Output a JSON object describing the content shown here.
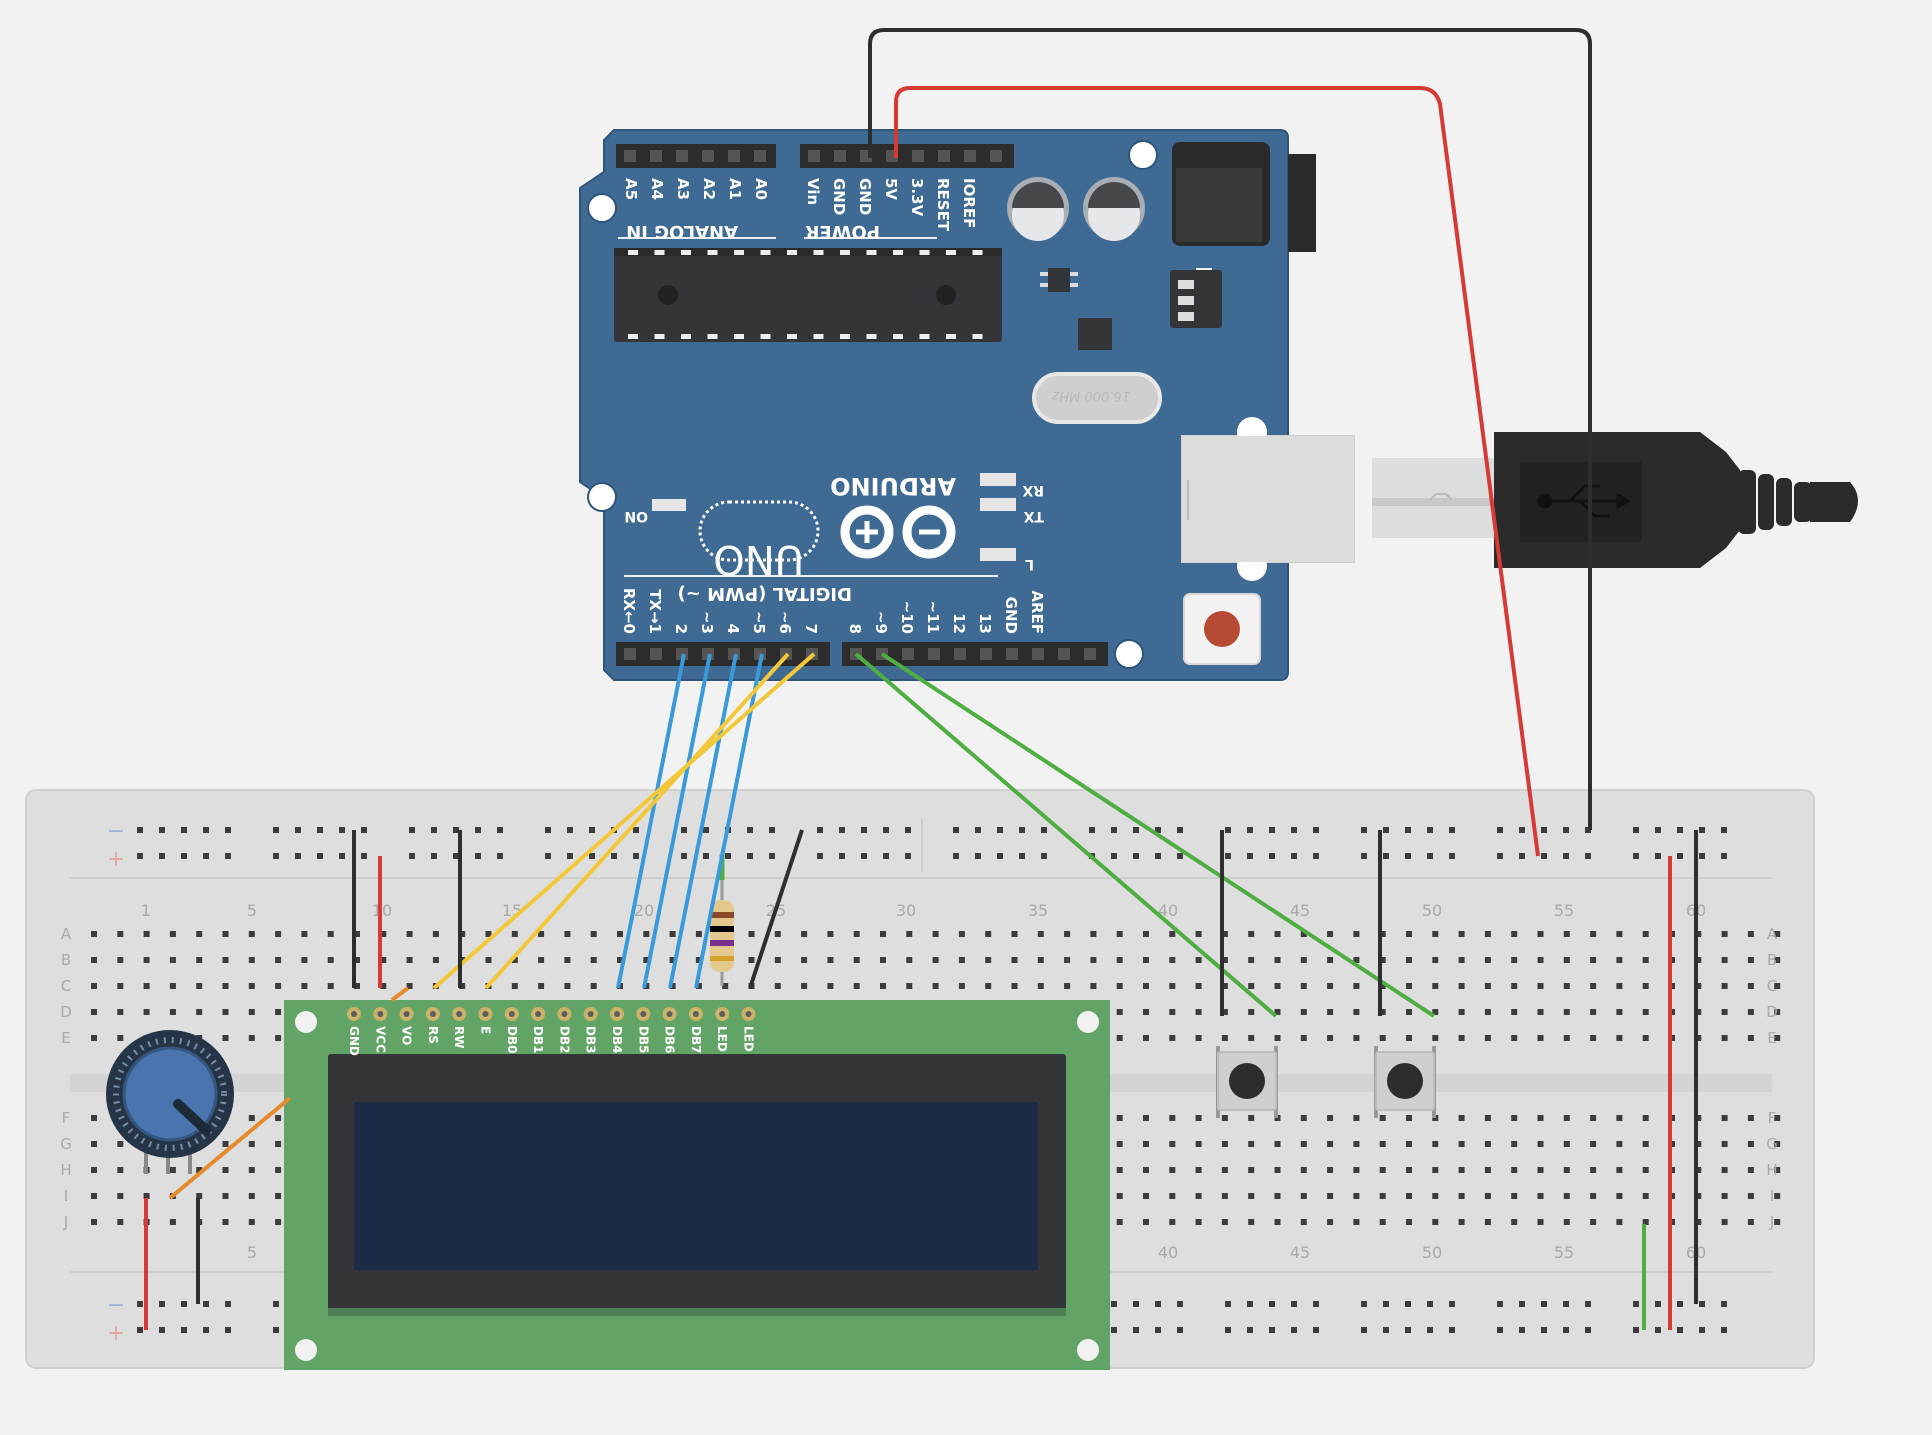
{
  "arduino": {
    "brand": "ARDUINO",
    "model": "UNO",
    "on_label": "ON",
    "analog_title": "ANALOG IN",
    "power_title": "POWER",
    "digital_title": "DIGITAL (PWM ~)",
    "tx_led": "TX",
    "rx_led": "RX",
    "l_led": "L",
    "crystal": "16.000 MHz",
    "analog_pins": [
      "A5",
      "A4",
      "A3",
      "A2",
      "A1",
      "A0"
    ],
    "power_pins": [
      "Vin",
      "GND",
      "GND",
      "5V",
      "3.3V",
      "RESET",
      "IOREF"
    ],
    "digital_pins_low": [
      "RX←0",
      "TX→1",
      "2",
      "~3",
      "4",
      "~5",
      "~6",
      "7"
    ],
    "digital_pins_high": [
      "8",
      "~9",
      "~10",
      "~11",
      "12",
      "13",
      "GND",
      "AREF"
    ]
  },
  "lcd": {
    "pins": [
      "GND",
      "VCC",
      "VO",
      "RS",
      "RW",
      "E",
      "DB0",
      "DB1",
      "DB2",
      "DB3",
      "DB4",
      "DB5",
      "DB6",
      "DB7",
      "LED",
      "LED"
    ]
  },
  "breadboard": {
    "rows": [
      "A",
      "B",
      "C",
      "D",
      "E",
      "F",
      "G",
      "H",
      "I",
      "J"
    ],
    "top_columns": [
      "1",
      "5",
      "10",
      "15",
      "20",
      "25",
      "30",
      "35",
      "40",
      "45",
      "50",
      "55",
      "60"
    ],
    "bottom_columns": [
      "5",
      "40",
      "45",
      "50",
      "55",
      "60"
    ],
    "rail_minus": "−",
    "rail_plus": "+"
  },
  "colors": {
    "board_blue": "#3e6a94",
    "lcd_green": "#62a366",
    "lcd_screen": "#1d2a45",
    "wire_red": "#d63a34",
    "wire_black": "#2e2e2e",
    "wire_blue": "#3a9ad9",
    "wire_yellow": "#f2c838",
    "wire_green": "#4fae42",
    "wire_orange": "#e58b2c"
  }
}
